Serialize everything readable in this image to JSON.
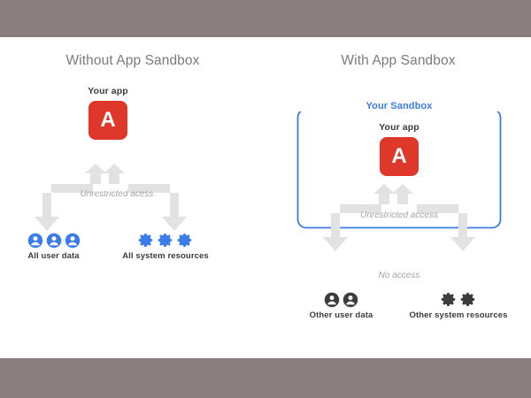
{
  "theme": {
    "bar_color": "#8a7e7e",
    "page_background": "#ffffff",
    "app_tile_color": "#df382a",
    "sandbox_accent": "#3b7de8",
    "icon_blue": "#3b7de8",
    "icon_dark": "#3c3c3c",
    "arrow_gray": "#e2e2e2",
    "title_gray": "#7b7b7b",
    "note_gray": "#a4a4a4"
  },
  "left_panel": {
    "title": "Without App Sandbox",
    "app": {
      "label": "Your app",
      "glyph": "A",
      "icon_name": "app-tile-icon"
    },
    "access_note": "Unrestricted acess",
    "clusters": [
      {
        "label": "All user data",
        "icon_name": "person-icon",
        "icon_count": 3,
        "icon_color": "#3b7de8"
      },
      {
        "label": "All system resources",
        "icon_name": "gear-icon",
        "icon_count": 3,
        "icon_color": "#3b7de8"
      }
    ]
  },
  "right_panel": {
    "title": "With App Sandbox",
    "sandbox_label": "Your Sandbox",
    "app": {
      "label": "Your app",
      "glyph": "A",
      "icon_name": "app-tile-icon"
    },
    "access_note": "Unrestricted access",
    "no_access_note": "No access",
    "clusters": [
      {
        "label": "Other user data",
        "icon_name": "person-icon",
        "icon_count": 2,
        "icon_color": "#3c3c3c"
      },
      {
        "label": "Other system resources",
        "icon_name": "gear-icon",
        "icon_count": 2,
        "icon_color": "#3c3c3c"
      }
    ]
  }
}
